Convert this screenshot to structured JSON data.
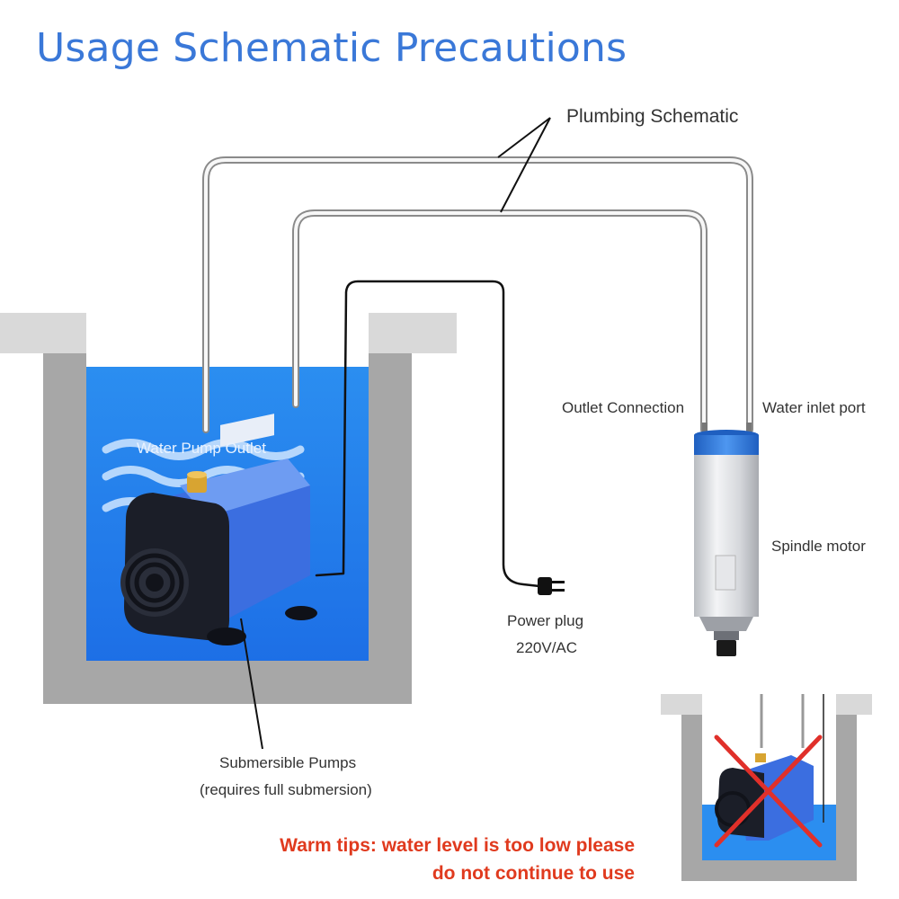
{
  "title": "Usage Schematic Precautions",
  "labels": {
    "plumbing_schematic": "Plumbing Schematic",
    "water_pump_outlet": "Water Pump Outlet",
    "outlet_connection": "Outlet Connection",
    "water_inlet_port": "Water inlet port",
    "spindle_motor": "Spindle motor",
    "power_plug": "Power plug",
    "power_voltage": "220V/AC",
    "submersible_pumps": "Submersible Pumps",
    "submersion_note": "(requires full submersion)"
  },
  "warning": {
    "line1": "Warm tips: water level is too low please",
    "line2": "do not continue to use"
  },
  "colors": {
    "title": "#3a78d8",
    "water": "#2f8ff0",
    "tank_wall": "#a9a9a9",
    "pump_blue": "#3f6fe0",
    "warning_text": "#e03a1e",
    "cross": "#e0302a"
  }
}
